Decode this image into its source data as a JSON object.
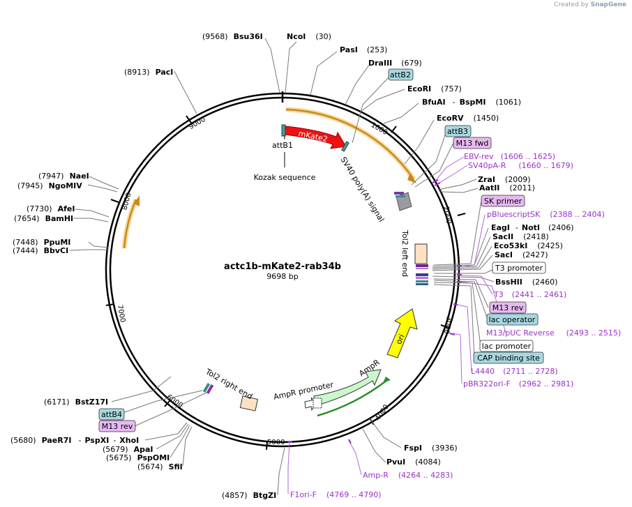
{
  "credit": {
    "prefix": "Created by",
    "brand": "SnapGene"
  },
  "plasmid": {
    "name": "actc1b-mKate2-rab34b",
    "size_label": "9698 bp"
  },
  "ticks": [
    "1000",
    "2000",
    "3000",
    "4000",
    "5000",
    "6000",
    "7000",
    "8000",
    "9000"
  ],
  "features": {
    "mkate2": "mKate2",
    "attb1": "attB1",
    "kozak": "Kozak sequence",
    "sv40": "SV40 poly(A) signal",
    "tol2_left": "Tol2 left end",
    "ori": "ori",
    "ampr": "AmpR",
    "ampr_promoter": "AmpR promoter",
    "tol2_right": "Tol2 right end"
  },
  "enzymes": [
    {
      "name": "Bsu36I",
      "pos": "(9568)"
    },
    {
      "name": "NcoI",
      "pos": "(30)"
    },
    {
      "name": "PasI",
      "pos": "(253)"
    },
    {
      "name": "DraIII",
      "pos": "(679)"
    },
    {
      "name": "EcoRI",
      "pos": "(757)"
    },
    {
      "name": "BfuAI",
      "sep": "-",
      "name2": "BspMI",
      "pos": "(1061)"
    },
    {
      "name": "EcoRV",
      "pos": "(1450)"
    },
    {
      "name": "ZraI",
      "pos": "(2009)"
    },
    {
      "name": "AatII",
      "pos": "(2011)"
    },
    {
      "name": "EagI",
      "sep": "-",
      "name2": "NotI",
      "pos": "(2406)"
    },
    {
      "name": "SacII",
      "pos": "(2418)"
    },
    {
      "name": "Eco53kI",
      "pos": "(2425)"
    },
    {
      "name": "SacI",
      "pos": "(2427)"
    },
    {
      "name": "BssHII",
      "pos": "(2460)"
    },
    {
      "name": "FspI",
      "pos": "(3936)"
    },
    {
      "name": "PvuI",
      "pos": "(4084)"
    },
    {
      "name": "BtgZI",
      "pos": "(4857)"
    },
    {
      "name": "SfiI",
      "pos": "(5674)"
    },
    {
      "name": "PspOMI",
      "pos": "(5675)"
    },
    {
      "name": "ApaI",
      "pos": "(5679)"
    },
    {
      "name": "PaeR7I",
      "sep": "-",
      "name2": "PspXI",
      "sep2": "-",
      "name3": "XhoI",
      "pos": "(5680)"
    },
    {
      "name": "BstZ17I",
      "pos": "(6171)"
    },
    {
      "name": "BbvCI",
      "pos": "(7444)"
    },
    {
      "name": "PpuMI",
      "pos": "(7448)"
    },
    {
      "name": "BamHI",
      "pos": "(7654)"
    },
    {
      "name": "AfeI",
      "pos": "(7730)"
    },
    {
      "name": "NgoMIV",
      "pos": "(7945)"
    },
    {
      "name": "NaeI",
      "pos": "(7947)"
    },
    {
      "name": "PacI",
      "pos": "(8913)"
    }
  ],
  "boxes": [
    {
      "text": "attB2",
      "color": "#a8d8e0"
    },
    {
      "text": "attB3",
      "color": "#a8d8e0"
    },
    {
      "text": "M13 fwd",
      "color": "#e7b9f2"
    },
    {
      "text": "SK primer",
      "color": "#e7b9f2"
    },
    {
      "text": "T3 promoter",
      "color": "#ffffff"
    },
    {
      "text": "M13 rev",
      "color": "#e7b9f2"
    },
    {
      "text": "lac operator",
      "color": "#a8d8e0"
    },
    {
      "text": "lac promoter",
      "color": "#ffffff"
    },
    {
      "text": "CAP binding site",
      "color": "#a8d8e0"
    },
    {
      "text": "attB4",
      "color": "#a8d8e0"
    },
    {
      "text": "M13 rev",
      "color": "#e7b9f2"
    }
  ],
  "primers": [
    {
      "name": "EBV-rev",
      "range": "(1606 .. 1625)"
    },
    {
      "name": "SV40pA-R",
      "range": "(1660 .. 1679)"
    },
    {
      "name": "pBluescriptSK",
      "range": "(2388 .. 2404)"
    },
    {
      "name": "T3",
      "range": "(2441 .. 2461)"
    },
    {
      "name": "M13/pUC Reverse",
      "range": "(2493 .. 2515)"
    },
    {
      "name": "L4440",
      "range": "(2711 .. 2728)"
    },
    {
      "name": "pBR322ori-F",
      "range": "(2962 .. 2981)"
    },
    {
      "name": "Amp-R",
      "range": "(4264 .. 4283)"
    },
    {
      "name": "F1ori-F",
      "range": "(4769 .. 4790)"
    }
  ],
  "colors": {
    "backbone": "#000000",
    "mkate2": "#ee1111",
    "ori": "#ffff00",
    "ampr": "#ccf7cc",
    "tol2": "#fde1c4",
    "primer_text": "#9b30c8",
    "feature_box_teal": "#a8d8e0",
    "feature_box_purple": "#e7b9f2",
    "outer_arc": "#f0a020",
    "ampr_arc": "#2c8c2c"
  }
}
